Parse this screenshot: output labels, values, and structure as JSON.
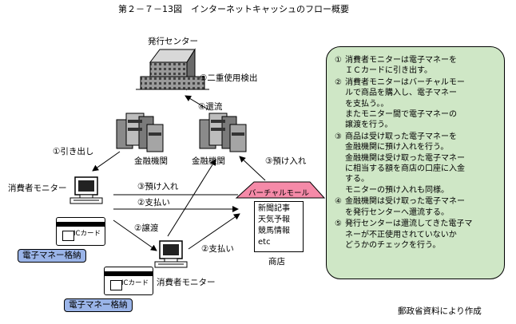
{
  "title": "第２－７－13図　インターネットキャッシュのフロー概要",
  "labels": {
    "issuer_center": "発行センター",
    "bank_left": "金融機関",
    "bank_right": "金融機関",
    "consumer_top": "消費者モニター",
    "consumer_bottom": "消費者モニター",
    "shop": "商店",
    "virtual_mall": "バーチャルモール"
  },
  "steps": {
    "withdraw": "①引き出し",
    "deposit_shop": "③預け入れ",
    "deposit_consumer": "③預け入れ",
    "pay_top": "②支払い",
    "transfer": "②譲渡",
    "pay_bottom": "②支払い",
    "return_flow": "④還流",
    "double_check": "⑤二重使用検出"
  },
  "shop_items": [
    "新聞記事",
    "天気予報",
    "競馬情報",
    "etc"
  ],
  "card_label": "ICカード",
  "card_label_2": "ICカード",
  "stored_tag": "電子マネー格納",
  "stored_tag_2": "電子マネー格納",
  "notes": [
    {
      "num": "①",
      "text": "消費者モニターは電子マネーを\nＩＣカードに引き出す。"
    },
    {
      "num": "②",
      "text": "消費者モニターはバーチャルモー\nルで商品を購入し、電子マネー\nを支払う。。\nまたモニター間で電子マネーの\n譲渡を行う。"
    },
    {
      "num": "③",
      "text": "商品は受け取った電子マネーを\n金融機関に預け入れを行う。\n金融機関は受け取った電子マネー\nに相当する額を商店の口座に入金\nする。\nモニターの預け入れも同様。"
    },
    {
      "num": "④",
      "text": "金融機関は受け取った電子マネー\nを発行センターへ還流する。"
    },
    {
      "num": "⑤",
      "text": "発行センターは還流してきた電子マ\nネーが不正使用されていないか\nどうかのチェックを行う。"
    }
  ],
  "source": "郵政省資料により作成"
}
